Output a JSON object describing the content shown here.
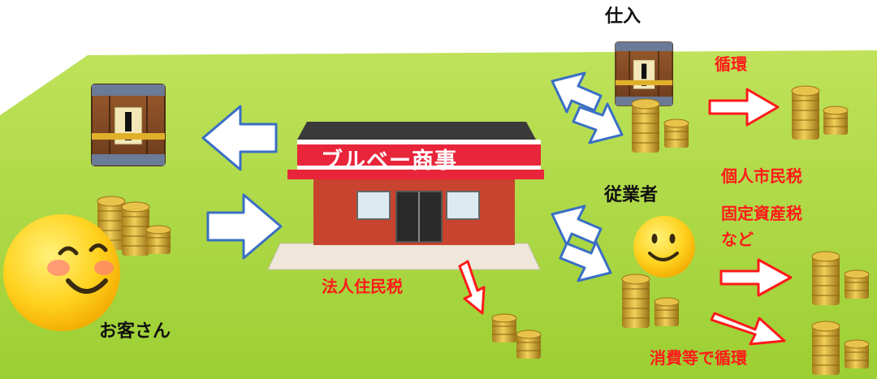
{
  "labels": {
    "shop_sign": "ブルベー商事",
    "customer": "お客さん",
    "purchase": "仕入",
    "employee": "従業者",
    "corporate_tax": "法人住民税",
    "circulate_top": "循環",
    "personal_tax_line1": "個人市民税",
    "personal_tax_line2": "固定資産税",
    "personal_tax_line3": "など",
    "consumption": "消費等で循環"
  },
  "colors": {
    "ground": "#a8d63c",
    "blue_arrow": "#3a6fc4",
    "red_arrow": "#ff1a1a",
    "label_red": "#ff1a1a",
    "shop_wall": "#c8442e",
    "awning": "#e8253a"
  },
  "icons": [
    "treasure-box-icon",
    "coin-stack-icon",
    "smiley-face-icon",
    "shop-building-icon"
  ]
}
